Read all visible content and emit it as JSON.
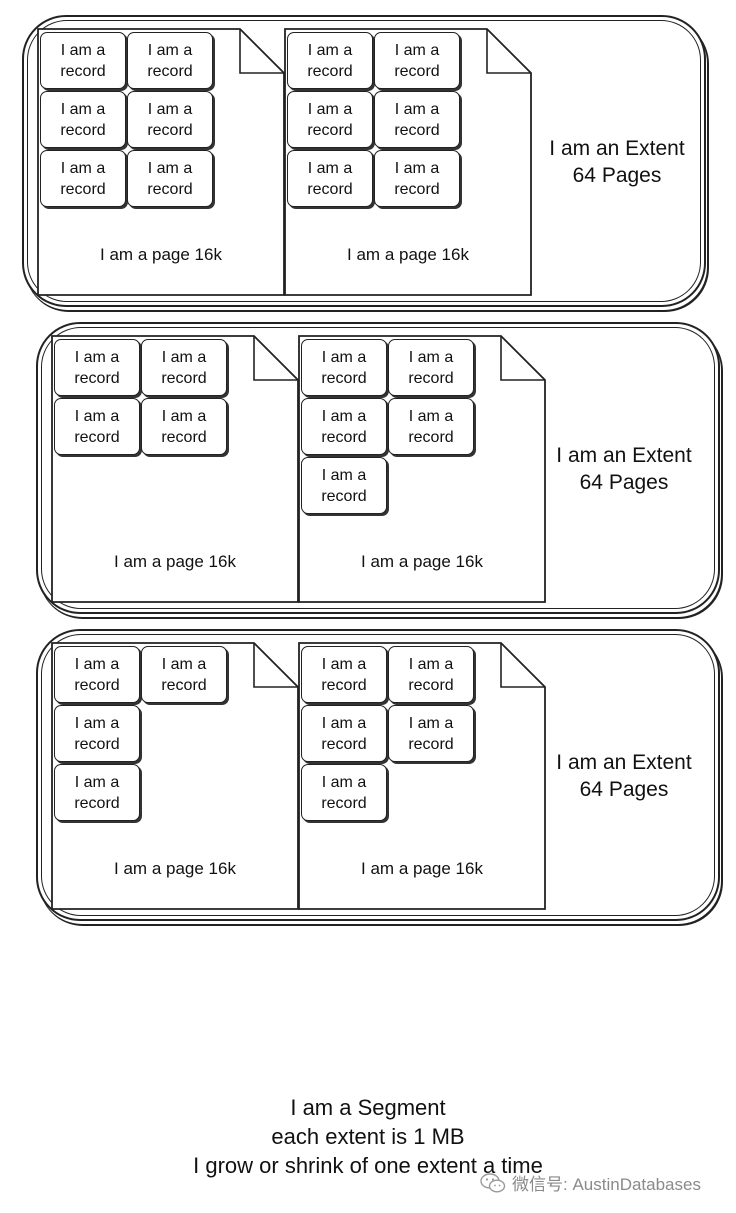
{
  "extents": [
    {
      "label_line1": "I am an Extent",
      "label_line2": "64 Pages",
      "pages": [
        {
          "label": "I am a page 16k",
          "record_count": 6
        },
        {
          "label": "I am a page 16k",
          "record_count": 6
        }
      ]
    },
    {
      "label_line1": "I am an Extent",
      "label_line2": "64 Pages",
      "pages": [
        {
          "label": "I am a page 16k",
          "record_count": 4
        },
        {
          "label": "I am a page 16k",
          "record_count": 5
        }
      ]
    },
    {
      "label_line1": "I am an Extent",
      "label_line2": "64 Pages",
      "pages": [
        {
          "label": "I am a page 16k",
          "record_count": 4
        },
        {
          "label": "I am a page 16k",
          "record_count": 5
        }
      ]
    }
  ],
  "record": {
    "line1": "I am a",
    "line2": "record"
  },
  "segment": {
    "line1": "I am a Segment",
    "line2": "each extent is 1 MB",
    "line3": "I grow or shrink of one extent a time"
  },
  "watermark": {
    "text": "微信号: AustinDatabases",
    "icon": "wechat-icon"
  }
}
